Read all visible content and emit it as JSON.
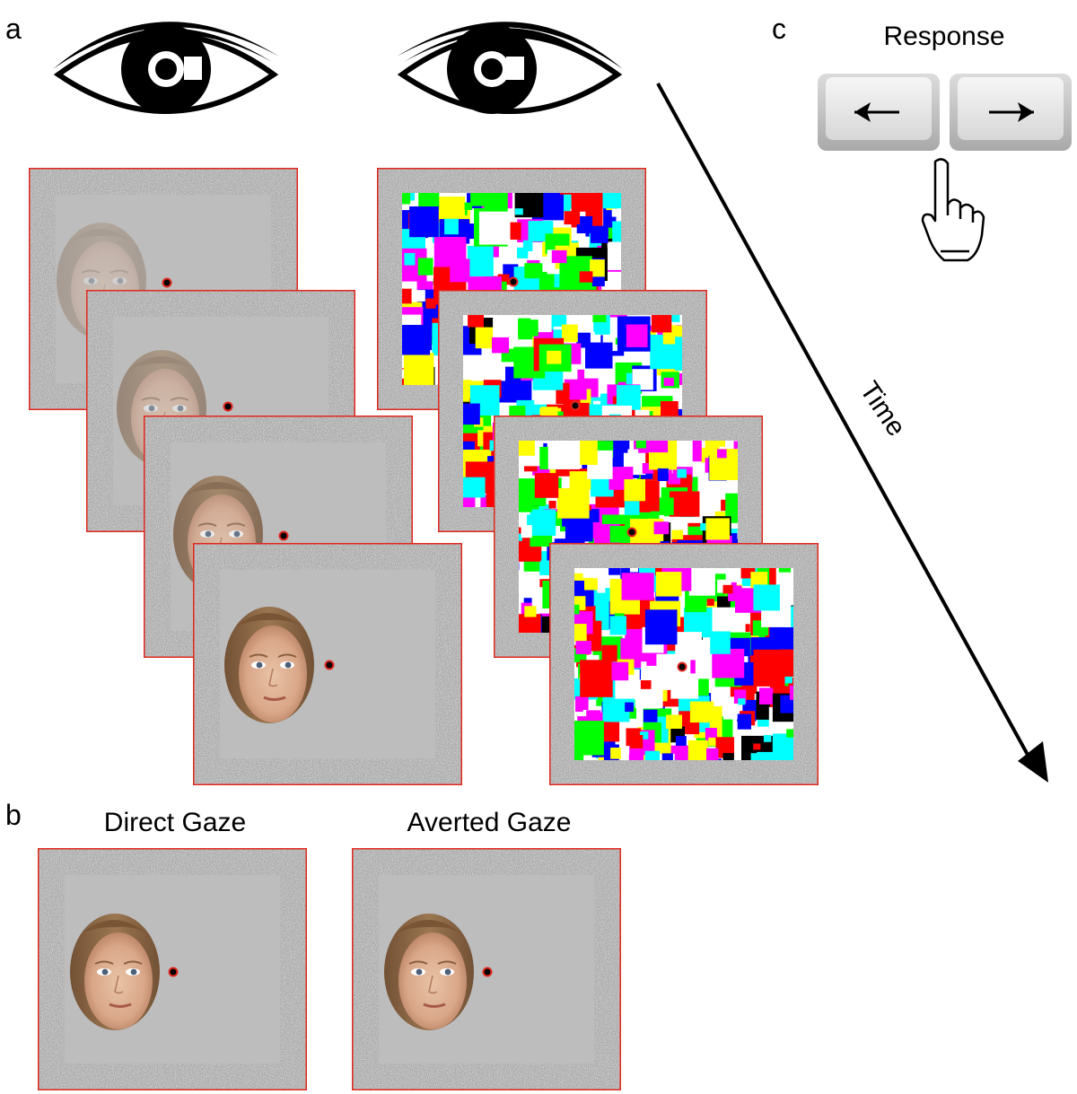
{
  "panels": {
    "a": {
      "letter": "a"
    },
    "b": {
      "letter": "b",
      "direct_label": "Direct Gaze",
      "averted_label": "Averted Gaze"
    },
    "c": {
      "letter": "c",
      "title": "Response"
    }
  },
  "time_label": "Time",
  "colors": {
    "frame_border": "#e0281e",
    "screen_gray": "#bdbdbd",
    "fixation_dot": "#e0281e",
    "mondrian": [
      "#ff0000",
      "#00ff00",
      "#0000ff",
      "#00ffff",
      "#ff00ff",
      "#ffff00",
      "#ffffff",
      "#000000"
    ]
  },
  "icons": {
    "eyes": [
      "eye-icon",
      "eye-icon"
    ],
    "keys": [
      "left-arrow-key-icon",
      "right-arrow-key-icon"
    ],
    "hand": "pointing-hand-icon"
  },
  "stimuli": {
    "face_opacities": [
      0.3,
      0.5,
      0.75,
      1.0
    ]
  }
}
